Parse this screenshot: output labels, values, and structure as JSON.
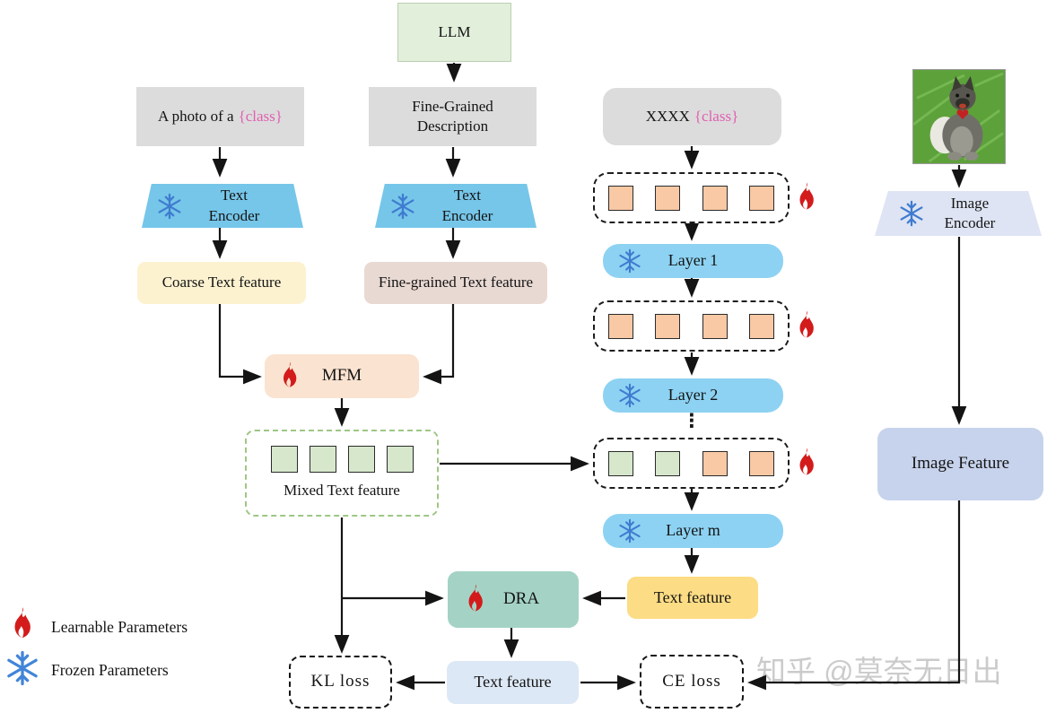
{
  "nodes": {
    "llm": {
      "label": "LLM"
    },
    "photo_prompt": {
      "text": "A photo of a",
      "class_token": "{class}"
    },
    "fine_grained_description": {
      "line1": "Fine-Grained",
      "line2": "Description"
    },
    "xxxx_prompt": {
      "text": "XXXX",
      "class_token": "{class}"
    },
    "text_encoder_left": {
      "line1": "Text",
      "line2": "Encoder"
    },
    "text_encoder_right": {
      "line1": "Text",
      "line2": "Encoder"
    },
    "image_encoder": {
      "line1": "Image",
      "line2": "Encoder"
    },
    "coarse_text_feature": {
      "label": "Coarse Text feature"
    },
    "fine_grained_text_feature": {
      "label": "Fine-grained Text feature"
    },
    "mfm": {
      "label": "MFM"
    },
    "mixed_text_feature": {
      "label": "Mixed Text feature"
    },
    "layer_1": {
      "label": "Layer 1"
    },
    "layer_2": {
      "label": "Layer 2"
    },
    "layer_ellipsis": {
      "label": "⋮"
    },
    "layer_m": {
      "label": "Layer m"
    },
    "text_feature_mid": {
      "label": "Text feature"
    },
    "dra": {
      "label": "DRA"
    },
    "text_feature_out": {
      "label": "Text feature"
    },
    "kl_loss": {
      "label": "KL loss"
    },
    "ce_loss": {
      "label": "CE loss"
    },
    "image_feature": {
      "label": "Image Feature"
    }
  },
  "token_rows": {
    "row1": [
      "orange",
      "orange",
      "orange",
      "orange"
    ],
    "row2": [
      "orange",
      "orange",
      "orange",
      "orange"
    ],
    "row3": [
      "green",
      "green",
      "orange",
      "orange"
    ],
    "mixed": [
      "green",
      "green",
      "green",
      "green"
    ]
  },
  "legend": {
    "learnable_label": "Learnable Parameters",
    "frozen_label": "Frozen Parameters"
  },
  "watermark": "知乎 @莫奈无日出",
  "colors": {
    "frozen_blue": "#3f7bd0",
    "flame_red": "#d31b1b",
    "class_pink": "#e060b0",
    "encoder_blue": "#76c6e9",
    "layer_blue": "#8dd2f2",
    "gray_box": "#dcdcdc",
    "llm_green": "#e2efda",
    "coarse_yellow": "#fdf2d0",
    "fine_tan": "#e9d9d3",
    "mfm_peach": "#fae3d0",
    "token_orange": "#f8c9a4",
    "token_green": "#d7e7cc",
    "dra_teal": "#a4d3c5",
    "feature_yellow": "#fcdc84",
    "feature_blue": "#dce8f5",
    "image_feature_lavender": "#c7d3ec",
    "image_encoder_lavender": "#dee4f3"
  }
}
